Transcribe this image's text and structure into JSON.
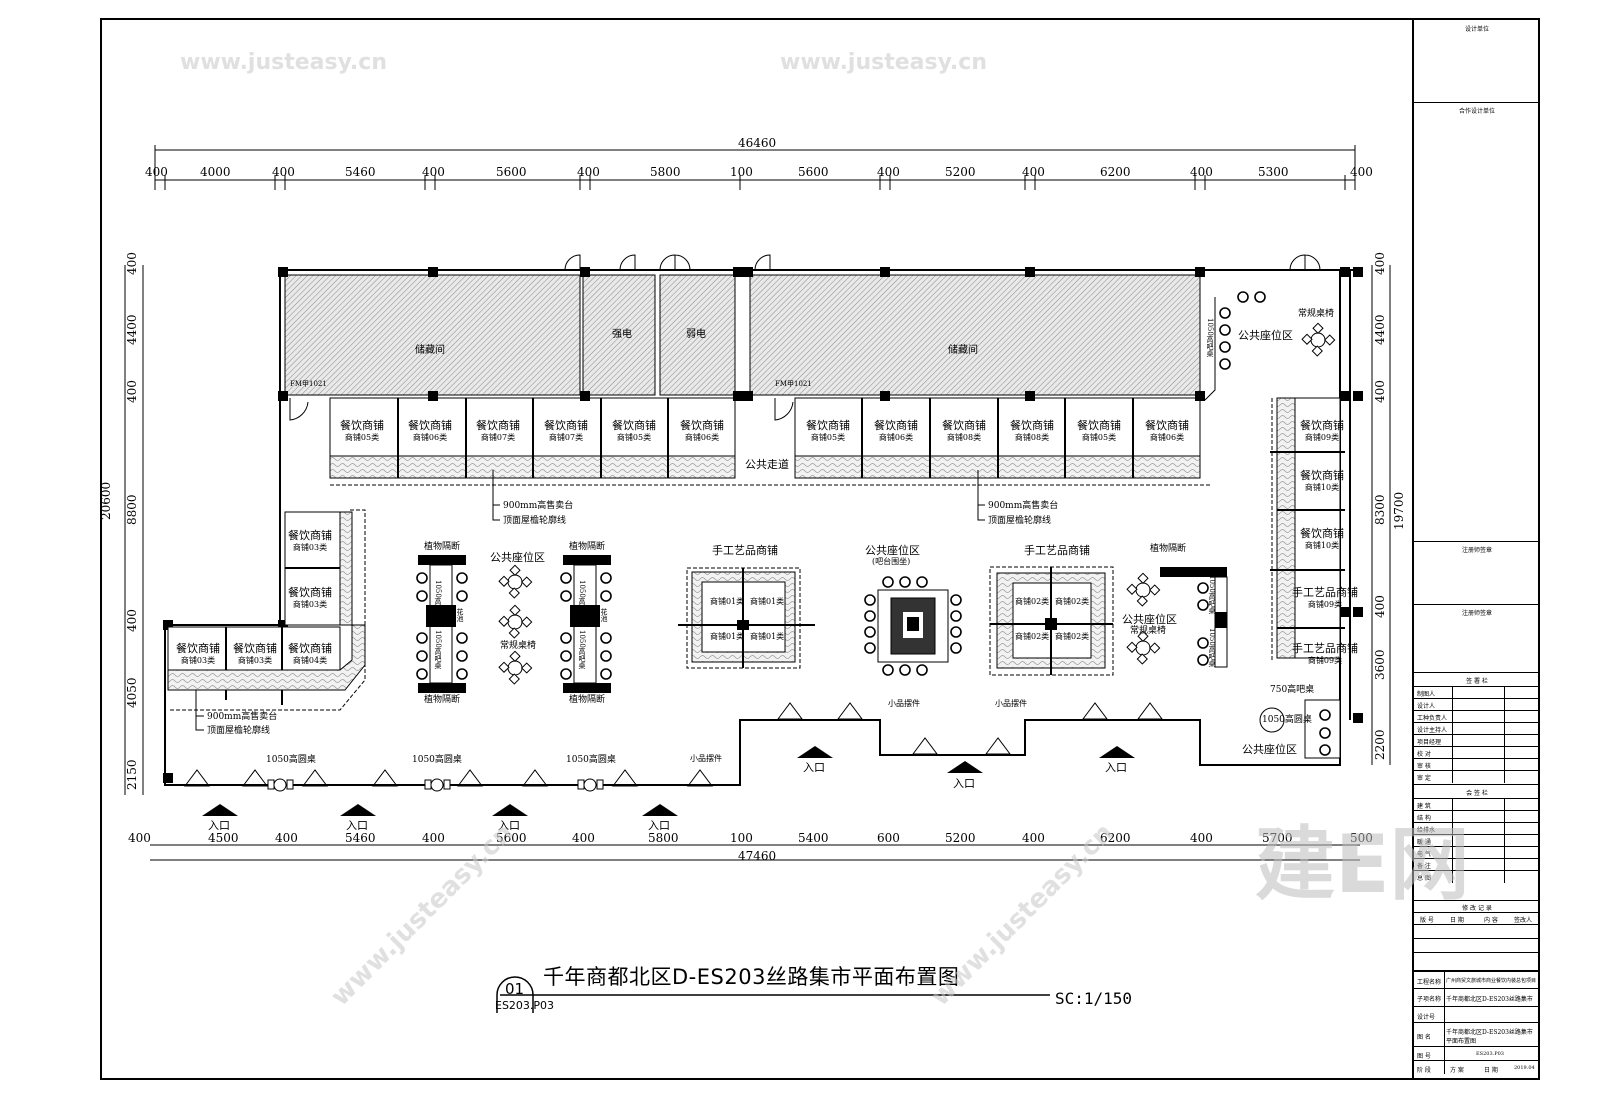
{
  "drawing": {
    "title": "千年商都北区D-ES203丝路集市平面布置图",
    "drawing_no_circle": "01",
    "drawing_ref": "ES203.P03",
    "scale": "SC:1/150"
  },
  "dimensions": {
    "top_total": "46460",
    "top_segments": [
      "400",
      "4000",
      "400",
      "5460",
      "400",
      "5600",
      "400",
      "5800",
      "100",
      "5600",
      "400",
      "5200",
      "400",
      "6200",
      "400",
      "5300",
      "400"
    ],
    "bottom_total": "47460",
    "bottom_segments": [
      "400",
      "4500",
      "400",
      "5460",
      "400",
      "5600",
      "400",
      "5800",
      "100",
      "5400",
      "600",
      "5200",
      "400",
      "6200",
      "400",
      "5700",
      "500"
    ],
    "left_total": "20600",
    "left_segments": [
      "400",
      "4400",
      "400",
      "8800",
      "400",
      "4050",
      "2150"
    ],
    "right_total": "19700",
    "right_segments": [
      "400",
      "4400",
      "400",
      "8300",
      "400",
      "3600",
      "2200"
    ]
  },
  "rooms": {
    "storage_left": "储藏间",
    "strong_power": "强电",
    "weak_power": "弱电",
    "storage_right": "储藏间",
    "door_tag_left": "FM甲1021",
    "door_tag_right": "FM甲1021",
    "corridor": "公共走道"
  },
  "shops_top_left": [
    {
      "name": "餐饮商铺",
      "type": "商铺05类"
    },
    {
      "name": "餐饮商铺",
      "type": "商铺06类"
    },
    {
      "name": "餐饮商铺",
      "type": "商铺07类"
    },
    {
      "name": "餐饮商铺",
      "type": "商铺07类"
    },
    {
      "name": "餐饮商铺",
      "type": "商铺05类"
    },
    {
      "name": "餐饮商铺",
      "type": "商铺06类"
    }
  ],
  "shops_top_right": [
    {
      "name": "餐饮商铺",
      "type": "商铺05类"
    },
    {
      "name": "餐饮商铺",
      "type": "商铺06类"
    },
    {
      "name": "餐饮商铺",
      "type": "商铺08类"
    },
    {
      "name": "餐饮商铺",
      "type": "商铺08类"
    },
    {
      "name": "餐饮商铺",
      "type": "商铺05类"
    },
    {
      "name": "餐饮商铺",
      "type": "商铺06类"
    }
  ],
  "shops_left_vertical": [
    {
      "name": "餐饮商铺",
      "type": "商铺03类"
    },
    {
      "name": "餐饮商铺",
      "type": "商铺03类"
    }
  ],
  "shops_left_bottom": [
    {
      "name": "餐饮商铺",
      "type": "商铺03类"
    },
    {
      "name": "餐饮商铺",
      "type": "商铺03类"
    },
    {
      "name": "餐饮商铺",
      "type": "商铺04类"
    }
  ],
  "shops_right_vertical": [
    {
      "name": "餐饮商铺",
      "type": "商铺09类"
    },
    {
      "name": "餐饮商铺",
      "type": "商铺10类"
    },
    {
      "name": "餐饮商铺",
      "type": "商铺10类"
    },
    {
      "name": "手工艺品商铺",
      "type": "商铺09类"
    },
    {
      "name": "手工艺品商铺",
      "type": "商铺09类"
    }
  ],
  "craft_shop_1": {
    "title": "手工艺品商铺",
    "cells": [
      "商铺01类",
      "商铺01类",
      "商铺01类",
      "商铺01类"
    ]
  },
  "craft_shop_2": {
    "title": "手工艺品商铺",
    "cells": [
      "商铺02类",
      "商铺02类",
      "商铺02类",
      "商铺02类"
    ]
  },
  "labels": {
    "counter_900": "900mm高售卖台",
    "roof_eave": "顶面屋檐轮廓线",
    "plant_partition": "植物隔断",
    "public_seating": "公共座位区",
    "public_seating_bar": "(吧台围坐)",
    "regular_tables": "常规桌椅",
    "bar_1050": "1050高吧桌",
    "round_1050": "1050高圆桌",
    "bar_750": "750高吧桌",
    "round_1050b": "1050高圆桌",
    "flower": "花池",
    "ornament": "小品摆件",
    "entrance": "入口"
  },
  "title_block": {
    "design_unit": "设计单位",
    "co_design_unit": "合作设计单位",
    "reg_arch_seal": "注册师签章",
    "reg_eng_seal": "注册师签章",
    "sign_header": "签 署 栏",
    "sign_rows": [
      "制图人",
      "设计人",
      "工种负责人",
      "设计主持人",
      "项目经理",
      "校 对",
      "审 核",
      "审 定"
    ],
    "countersign_header": "会 签 栏",
    "countersign_rows": [
      "建 筑",
      "结 构",
      "给排水",
      "暖 通",
      "电 气",
      "备 注",
      "总 图"
    ],
    "revision_header": "修 改 记 录",
    "revision_cols": [
      "版 号",
      "日 期",
      "内 容",
      "签改人"
    ],
    "project_name_label": "工程名称",
    "project_name": "广州商贸文旅城市商业餐饮内装总包项目",
    "subproject_label": "子项名称",
    "subproject": "千年商都北区D-ES203丝路集市",
    "design_no_label": "设计号",
    "drawing_name_label": "图 名",
    "drawing_name": "千年商都北区D-ES203丝路集市平面布置图",
    "drawing_no_label": "图 号",
    "drawing_no": "ES203.P03",
    "date_row": [
      "阶 段",
      "方 案",
      "日 期",
      "2019.04"
    ]
  },
  "watermark": {
    "text": "www.justeasy.cn",
    "brand": "建E网"
  }
}
